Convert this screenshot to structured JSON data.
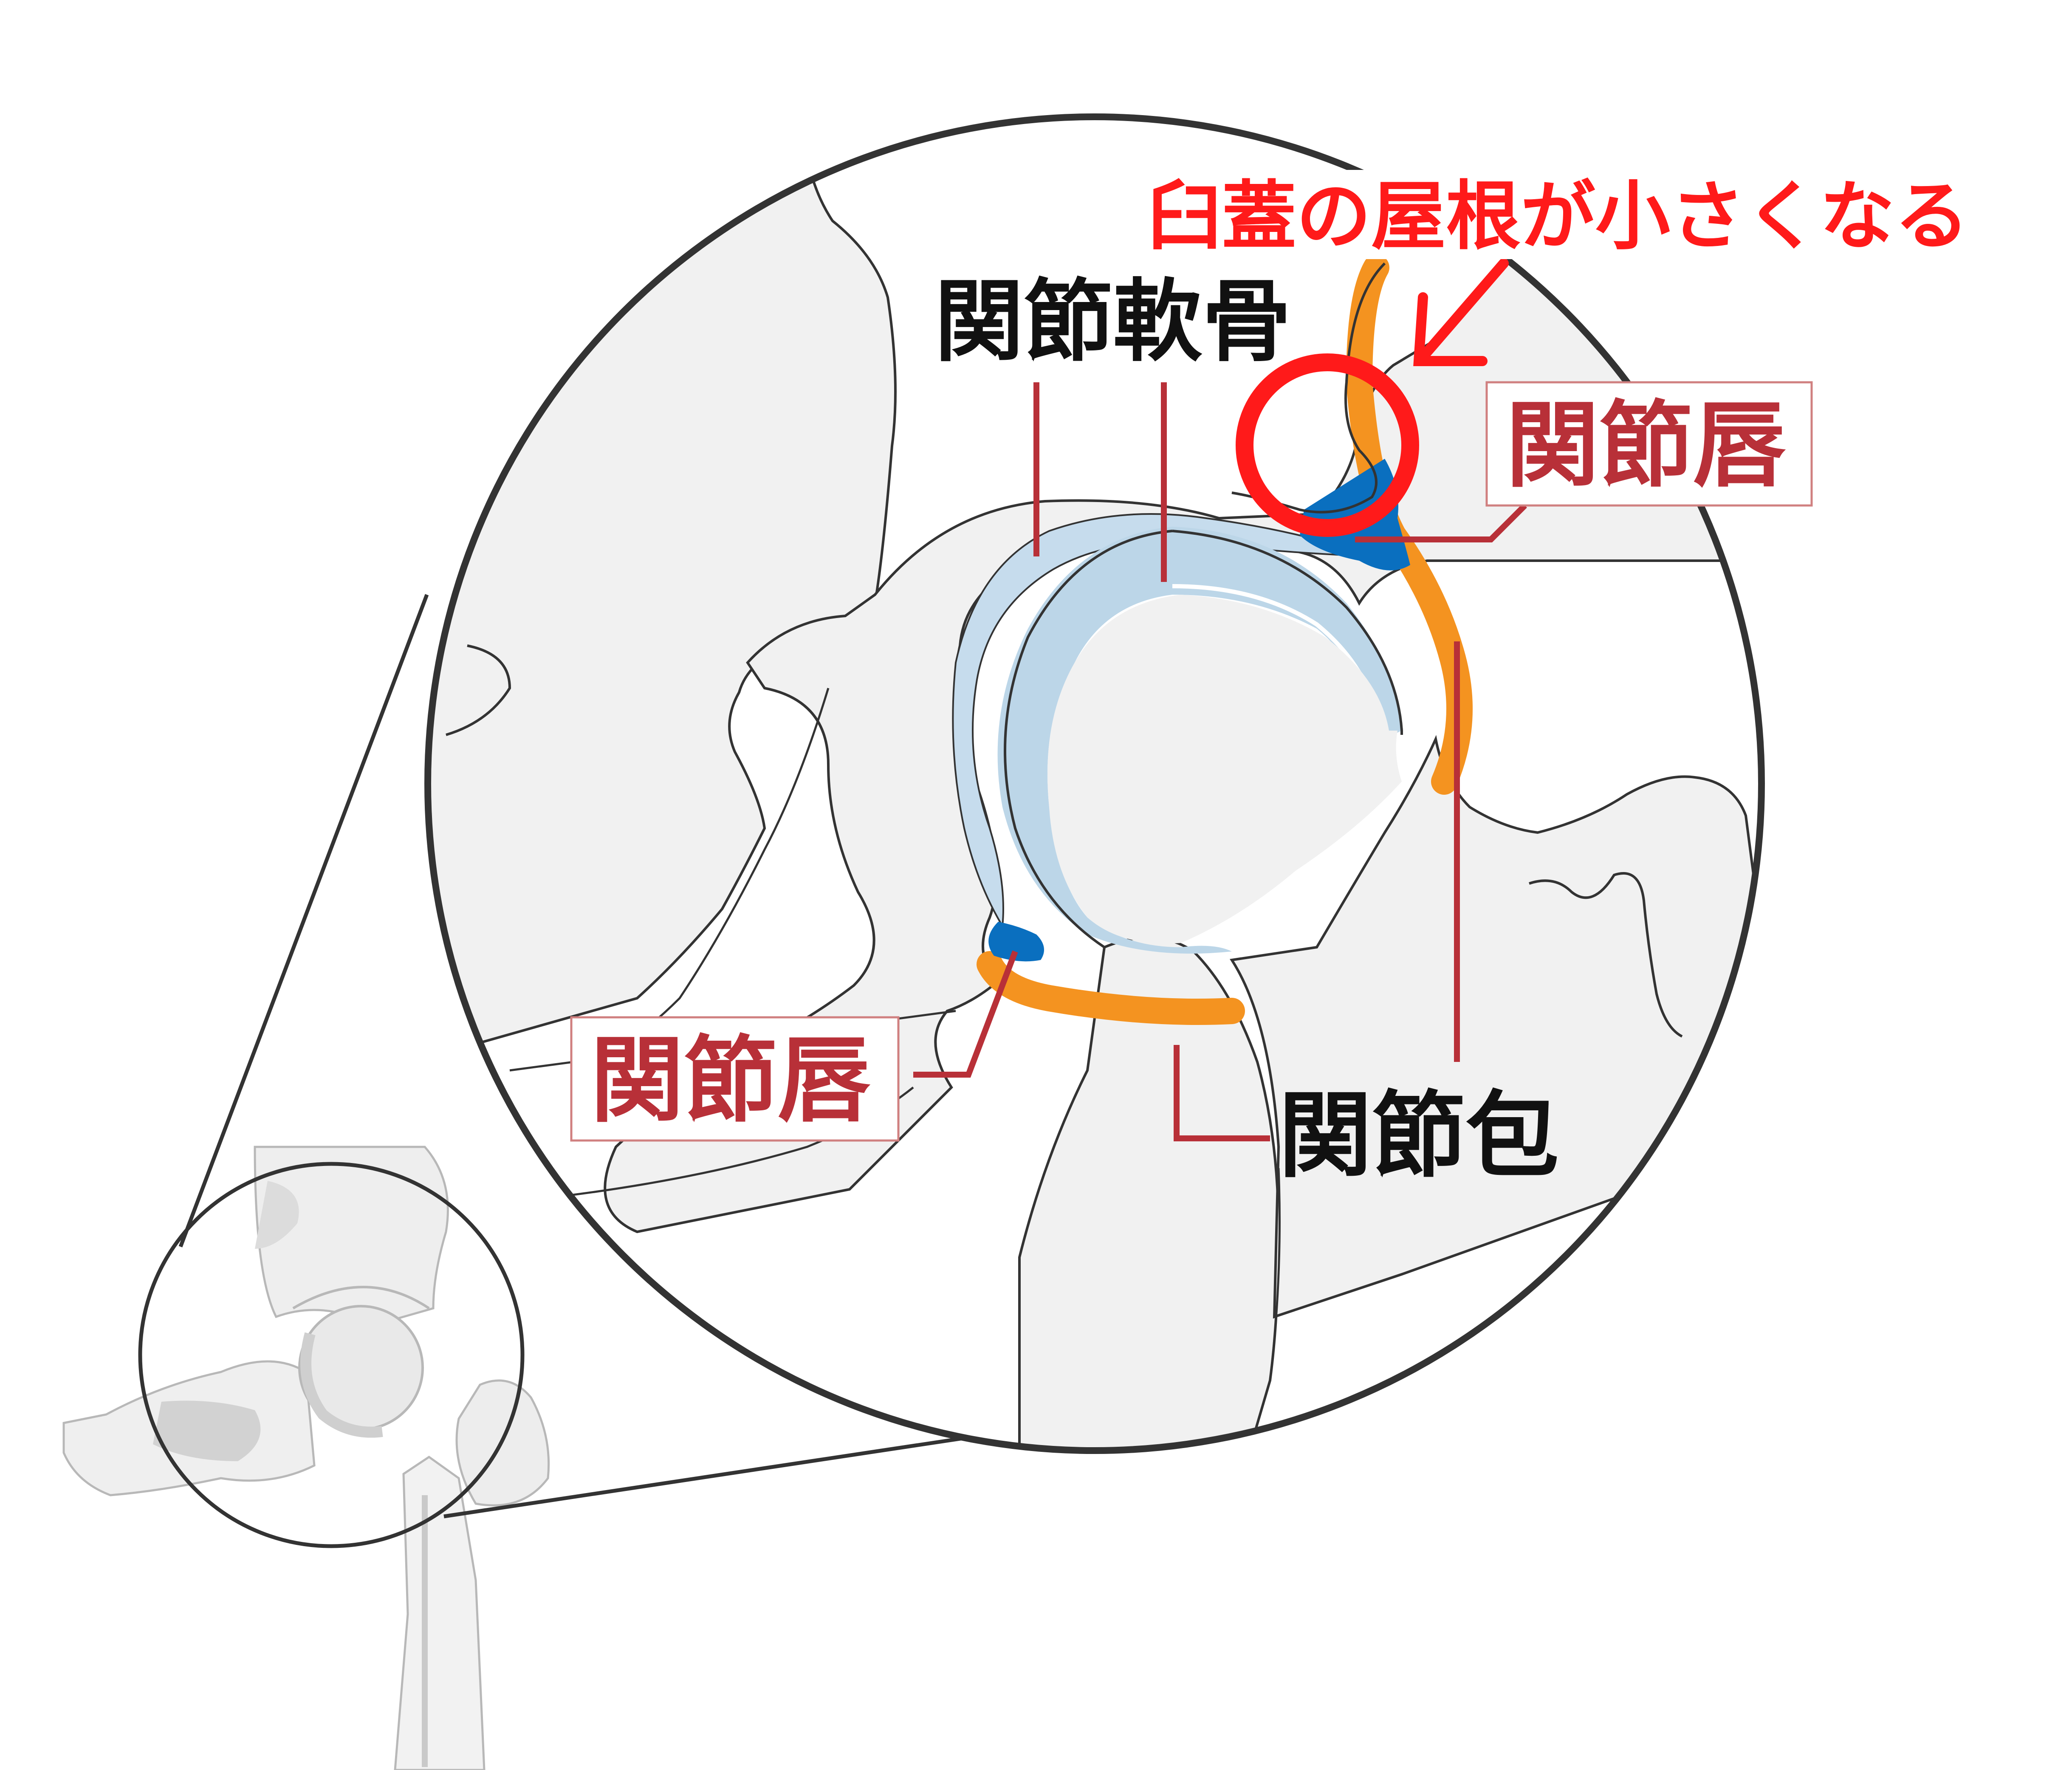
{
  "labels": {
    "cartilage": "関節軟骨",
    "capsule": "関節包",
    "labrum_right": "関節唇",
    "labrum_left": "関節唇",
    "callout": "臼蓋の屋根が小さくなる"
  },
  "colors": {
    "bone": "#f1f1f1",
    "outline": "#333333",
    "cartilage": "#bcd6e8",
    "capsule": "#f49320",
    "labrum": "#0a6fbf",
    "leader": "#b83038",
    "callout": "#ff1a1a",
    "black_text": "#111111"
  }
}
